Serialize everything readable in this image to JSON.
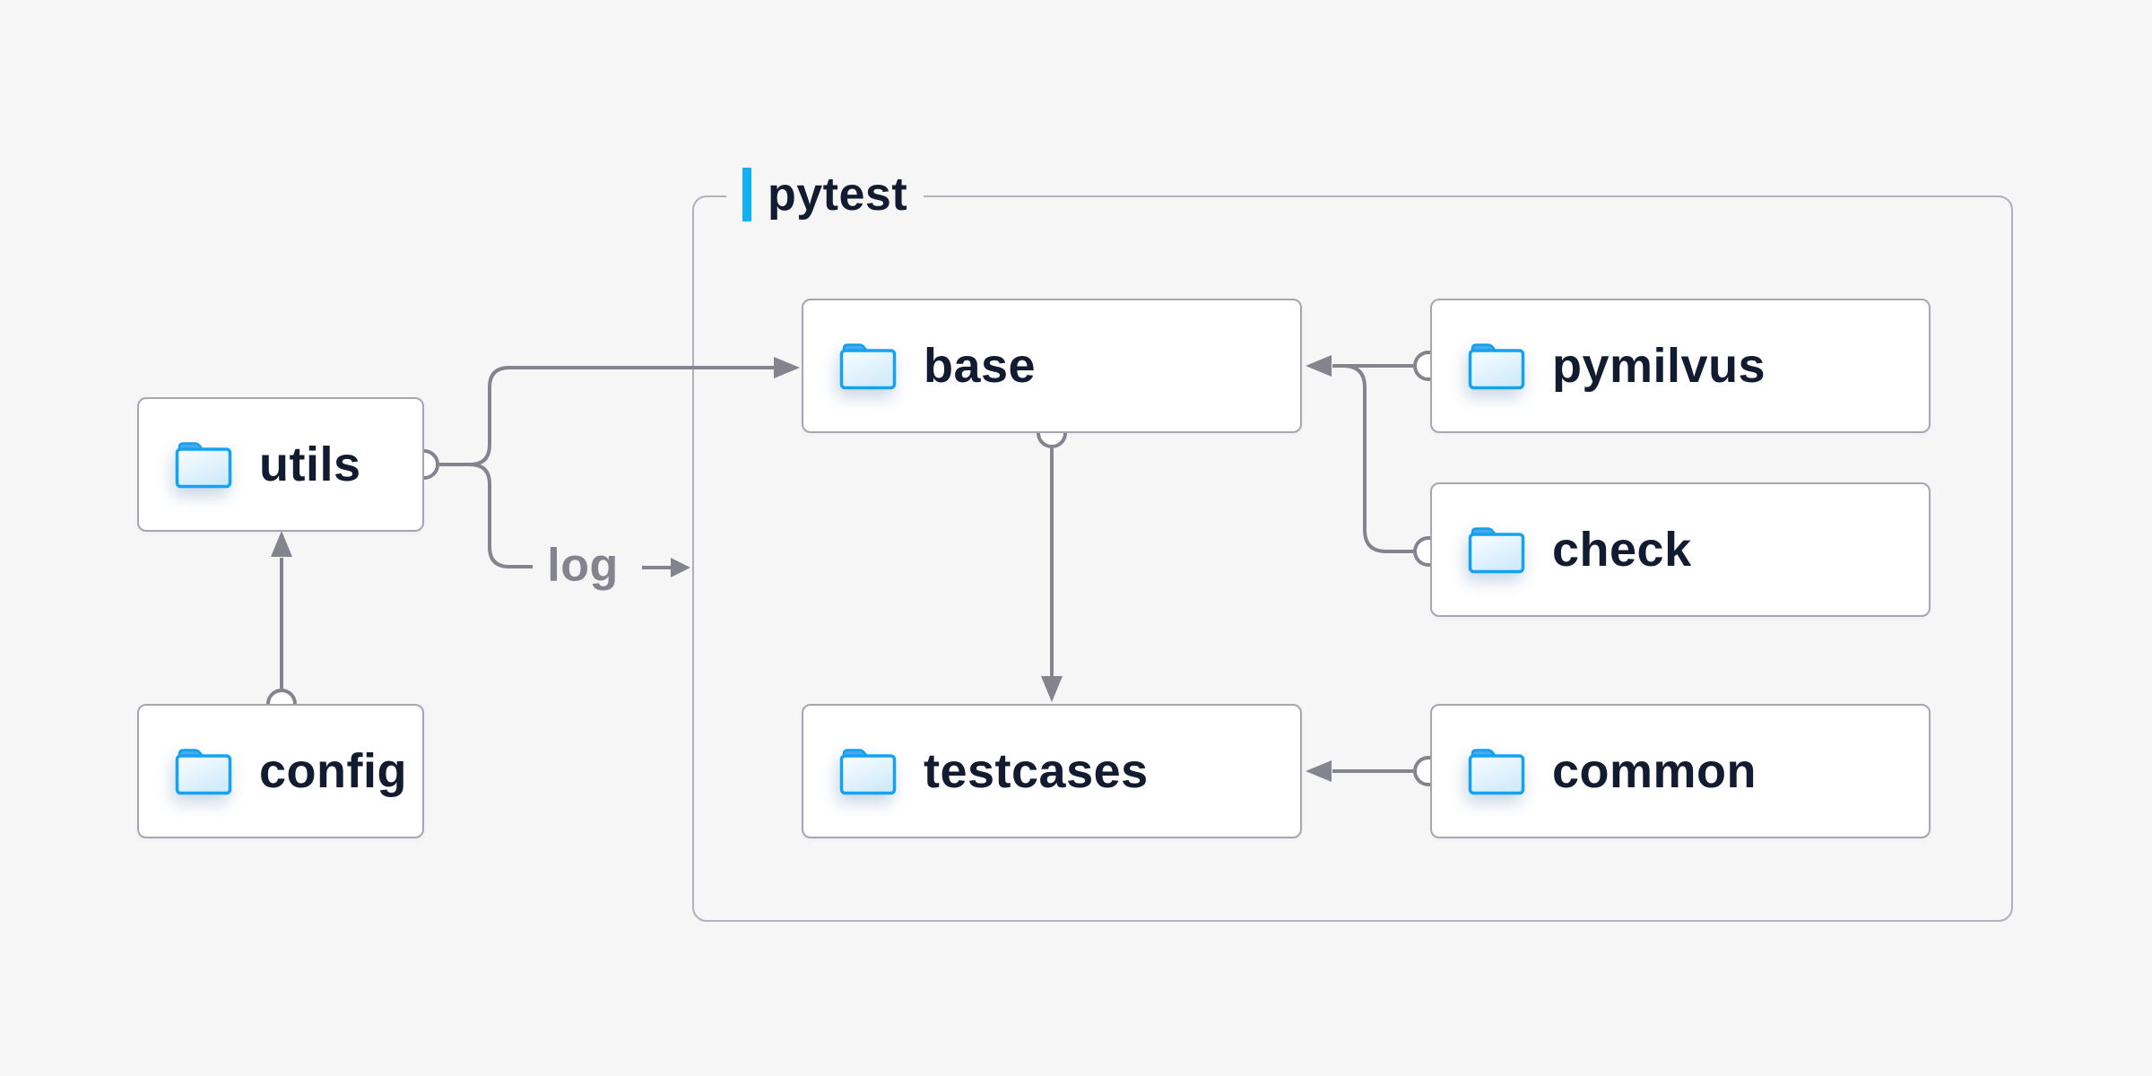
{
  "diagram": {
    "container": {
      "label": "pytest"
    },
    "log": {
      "label": "log"
    },
    "nodes": {
      "utils": {
        "label": "utils",
        "icon": "folder-icon"
      },
      "config": {
        "label": "config",
        "icon": "folder-icon"
      },
      "base": {
        "label": "base",
        "icon": "folder-icon"
      },
      "pymilvus": {
        "label": "pymilvus",
        "icon": "folder-icon"
      },
      "check": {
        "label": "check",
        "icon": "folder-icon"
      },
      "testcases": {
        "label": "testcases",
        "icon": "folder-icon"
      },
      "common": {
        "label": "common",
        "icon": "folder-icon"
      }
    },
    "edges": [
      {
        "from": "config",
        "to": "utils"
      },
      {
        "from": "utils",
        "to": "base"
      },
      {
        "from": "utils",
        "to": "log"
      },
      {
        "from": "pymilvus",
        "to": "base"
      },
      {
        "from": "check",
        "to": "base"
      },
      {
        "from": "base",
        "to": "testcases"
      },
      {
        "from": "common",
        "to": "testcases"
      }
    ],
    "colors": {
      "background": "#f6f6f7",
      "node_fill": "#ffffff",
      "node_border": "#a6a6b0",
      "container_border": "#b0b0bb",
      "connector": "#84848e",
      "node_text": "#131b30",
      "log_text": "#84848e",
      "accent_blue": "#14b1f2",
      "folder_blue": "#17a2f0"
    }
  }
}
